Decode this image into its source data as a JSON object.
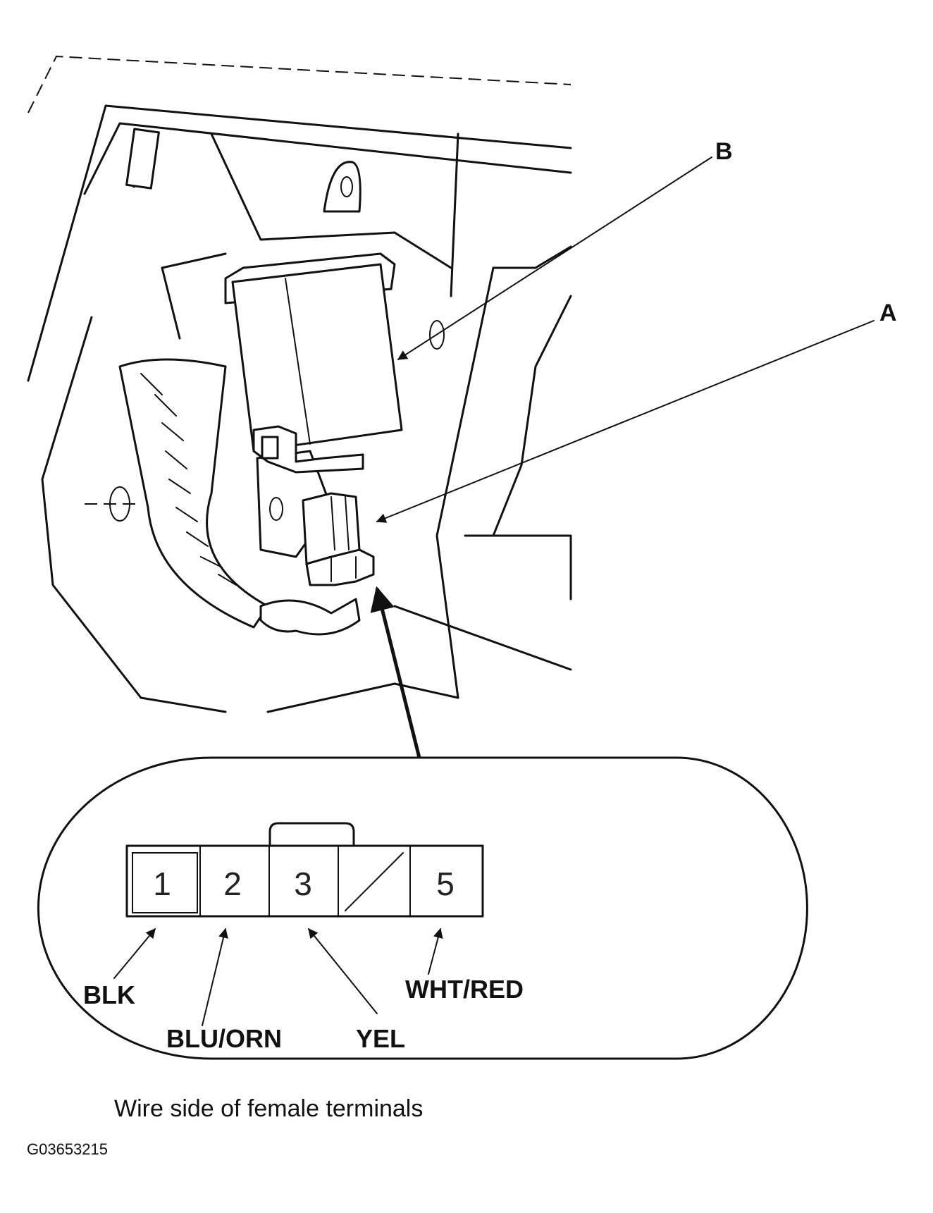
{
  "callouts": {
    "b": "B",
    "a": "A"
  },
  "connector": {
    "pins": [
      "1",
      "2",
      "3",
      "",
      "5"
    ],
    "wires": {
      "pin1": "BLK",
      "pin2": "BLU/ORN",
      "pin3": "YEL",
      "pin5": "WHT/RED"
    }
  },
  "caption": "Wire side of female terminals",
  "figure_code": "G03653215"
}
